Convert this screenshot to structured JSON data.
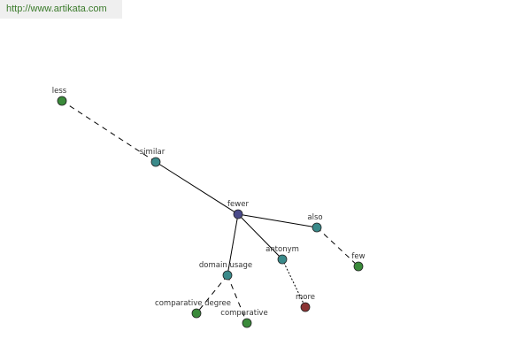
{
  "header": {
    "url": "http://www.artikata.com"
  },
  "colors": {
    "center": "#4a4a8a",
    "teal": "#3a8a8a",
    "green": "#3a8a3a",
    "red": "#8a3333"
  },
  "nodes": [
    {
      "id": "fewer",
      "label": "fewer",
      "color": "center"
    },
    {
      "id": "less",
      "label": "less",
      "color": "green"
    },
    {
      "id": "similar",
      "label": "similar",
      "color": "teal"
    },
    {
      "id": "also",
      "label": "also",
      "color": "teal"
    },
    {
      "id": "few",
      "label": "few",
      "color": "green"
    },
    {
      "id": "antonym",
      "label": "antonym",
      "color": "teal"
    },
    {
      "id": "more",
      "label": "more",
      "color": "red"
    },
    {
      "id": "domain_usage",
      "label": "domain usage",
      "color": "teal"
    },
    {
      "id": "comparative_degree",
      "label": "comparative degree",
      "color": "green"
    },
    {
      "id": "comparative",
      "label": "comparative",
      "color": "green"
    }
  ],
  "edges": [
    {
      "from": "fewer",
      "to": "similar",
      "style": "solid"
    },
    {
      "from": "similar",
      "to": "less",
      "style": "dashed"
    },
    {
      "from": "fewer",
      "to": "also",
      "style": "solid"
    },
    {
      "from": "also",
      "to": "few",
      "style": "dashed"
    },
    {
      "from": "fewer",
      "to": "antonym",
      "style": "solid"
    },
    {
      "from": "antonym",
      "to": "more",
      "style": "dotted"
    },
    {
      "from": "fewer",
      "to": "domain_usage",
      "style": "solid"
    },
    {
      "from": "domain_usage",
      "to": "comparative_degree",
      "style": "dashed"
    },
    {
      "from": "domain_usage",
      "to": "comparative",
      "style": "dashed"
    }
  ]
}
